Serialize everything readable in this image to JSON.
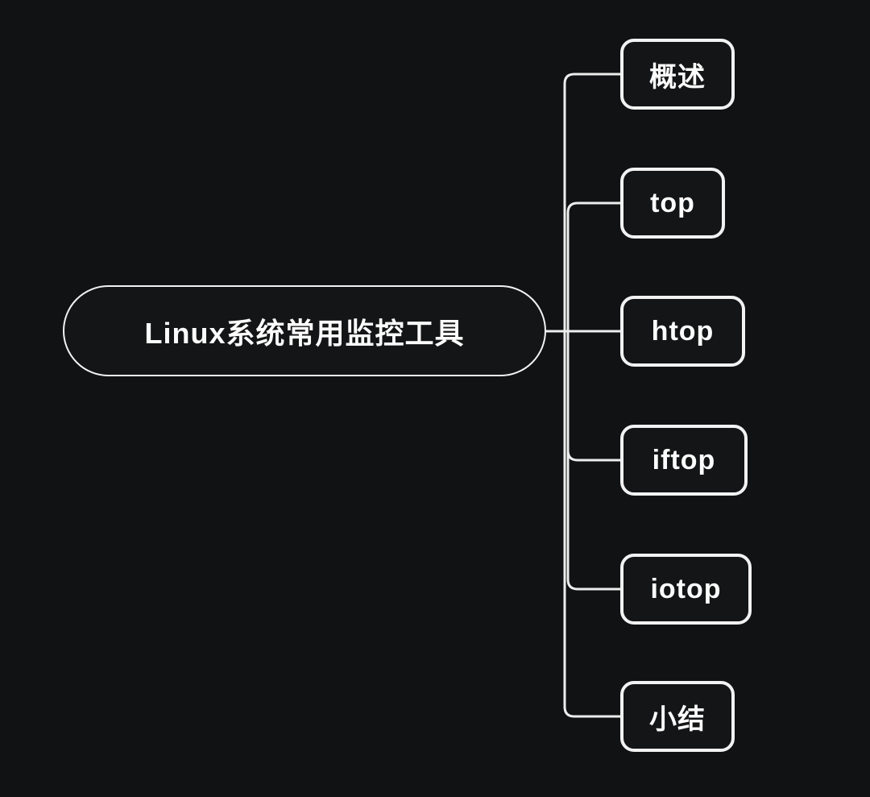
{
  "mindmap": {
    "root": {
      "label": "Linux系统常用监控工具"
    },
    "children": [
      {
        "id": "overview",
        "label": "概述"
      },
      {
        "id": "top",
        "label": "top"
      },
      {
        "id": "htop",
        "label": "htop"
      },
      {
        "id": "iftop",
        "label": "iftop"
      },
      {
        "id": "iotop",
        "label": "iotop"
      },
      {
        "id": "summary",
        "label": "小结"
      }
    ],
    "colors": {
      "background": "#111213",
      "node_fill": "#141516",
      "node_border": "#f2f2f2",
      "connector": "#ededed",
      "text": "#fcfcfc"
    }
  }
}
